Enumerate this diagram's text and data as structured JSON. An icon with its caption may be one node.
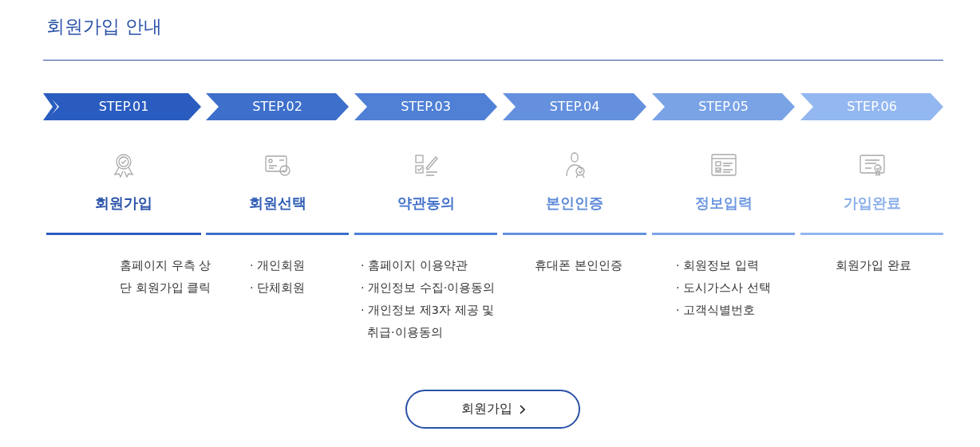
{
  "diagram": {
    "title": "회원가입 안내",
    "nodes": [
      {
        "text": [
          "STEP.01",
          "회원가입",
          "홈페이지 우측 상단 회원가입 클릭"
        ]
      },
      {
        "text": [
          "STEP.02",
          "회원선택",
          "· 개인회원",
          "· 단체회원"
        ]
      },
      {
        "text": [
          "STEP.03",
          "약관동의",
          "· 홈페이지 이용약관",
          "· 개인정보 수집·이용동의",
          "· 개인정보 제3자 제공 및 취급·이용동의"
        ]
      },
      {
        "text": [
          "STEP.04",
          "본인인증",
          "휴대폰 본인인증"
        ]
      },
      {
        "text": [
          "STEP.05",
          "정보입력",
          "· 회원정보 입력",
          "· 도시가스사 선택",
          "· 고객식별번호"
        ]
      },
      {
        "text": [
          "STEP.06",
          "가입완료",
          "회원가입 완료"
        ]
      },
      {
        "text": [
          "회원가입"
        ]
      }
    ],
    "edges": []
  }
}
